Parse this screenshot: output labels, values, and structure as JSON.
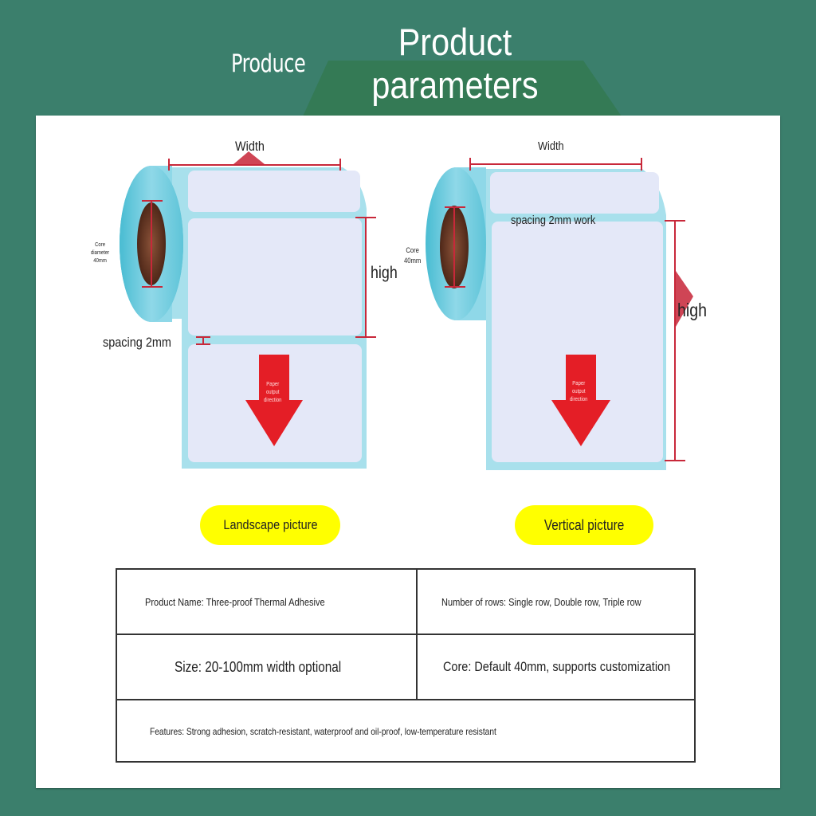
{
  "header": {
    "small_title": "Produce",
    "big_title_line1": "Product",
    "big_title_line2": "parameters"
  },
  "colors": {
    "background": "#3b7f6c",
    "banner": "#347a55",
    "panel": "#ffffff",
    "label_paper": "#e4e8f8",
    "label_liner": "#a8e0ec",
    "measure_red": "#c8283a",
    "arrow_red": "#e41e26",
    "core_brown": "#6b3a26",
    "pill_yellow": "#ffff00"
  },
  "landscape": {
    "width_label": "Width",
    "high_label": "high",
    "spacing_label": "spacing 2mm",
    "core_label_line1": "Core",
    "core_label_line2": "diameter",
    "core_label_line3": "40mm",
    "arrow_line1": "Paper",
    "arrow_line2": "output",
    "arrow_line3": "direction",
    "caption": "Landscape picture"
  },
  "vertical": {
    "width_label": "Width",
    "high_label": "high",
    "spacing_label": "spacing 2mm work",
    "core_label_line1": "Core",
    "core_label_line2": "40mm",
    "arrow_line1": "Paper",
    "arrow_line2": "output",
    "arrow_line3": "direction",
    "caption": "Vertical picture"
  },
  "specs": {
    "product_name": "Product Name: Three-proof Thermal Adhesive",
    "rows": "Number of rows: Single row, Double row, Triple row",
    "size": "Size: 20-100mm width optional",
    "core": "Core: Default 40mm, supports customization",
    "features": "Features: Strong adhesion, scratch-resistant, waterproof and oil-proof, low-temperature resistant"
  }
}
